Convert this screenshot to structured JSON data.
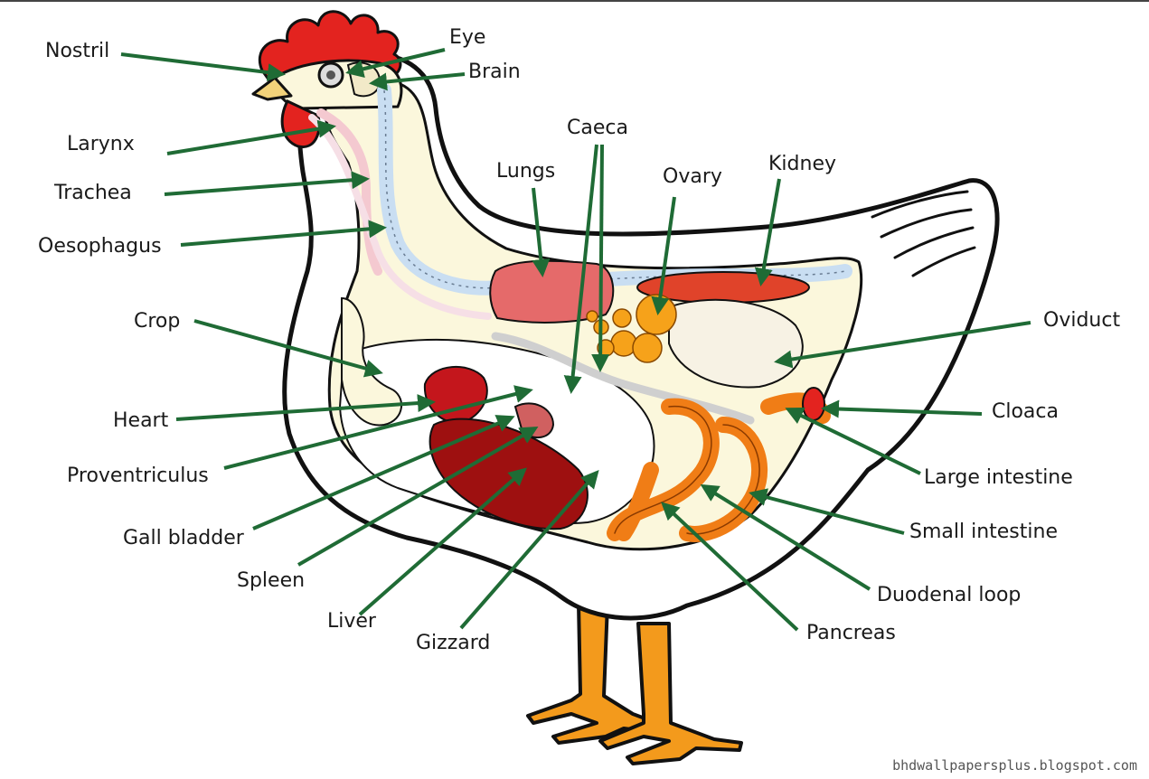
{
  "colors": {
    "arrow": "#1f6b35",
    "outline": "#111111",
    "body_fill": "#ffffff",
    "cavity_fill": "#fbf7dc",
    "comb_red": "#e3231f",
    "liver_red": "#9e1010",
    "intestine_orange": "#f07d16",
    "ovary_orange": "#f6a21a",
    "lung_pink": "#e56a6a",
    "spine_blue": "#c9def2",
    "leg_orange": "#f39a1c"
  },
  "labels": {
    "nostril": "Nostril",
    "eye": "Eye",
    "brain": "Brain",
    "larynx": "Larynx",
    "trachea": "Trachea",
    "oesophagus": "Oesophagus",
    "caeca": "Caeca",
    "lungs": "Lungs",
    "ovary": "Ovary",
    "kidney": "Kidney",
    "crop": "Crop",
    "oviduct": "Oviduct",
    "heart": "Heart",
    "cloaca": "Cloaca",
    "proventriculus": "Proventriculus",
    "large_intestine": "Large intestine",
    "small_intestine": "Small intestine",
    "gall_bladder": "Gall bladder",
    "spleen": "Spleen",
    "duodenal_loop": "Duodenal loop",
    "liver": "Liver",
    "gizzard": "Gizzard",
    "pancreas": "Pancreas"
  },
  "watermark": "bhdwallpapersplus.blogspot.com"
}
